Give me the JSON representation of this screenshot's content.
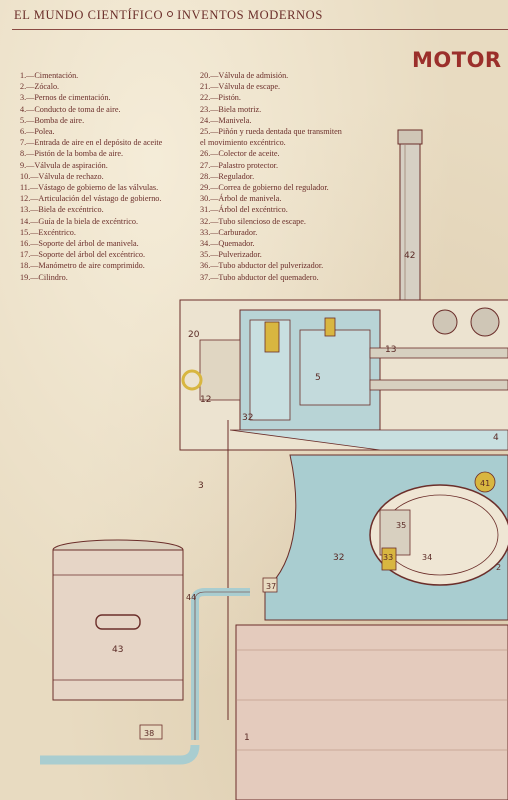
{
  "header": {
    "publication": "EL MUNDO CIENTÍFICO",
    "section": "INVENTOS MODERNOS"
  },
  "title": "MOTOR",
  "legend_left": [
    "1.—Cimentación.",
    "2.—Zócalo.",
    "3.—Pernos de cimentación.",
    "4.—Conducto de toma de aire.",
    "5.—Bomba de aire.",
    "6.—Polea.",
    "7.—Entrada de aire en el depósito de aceite",
    "8.—Pistón de la bomba de aire.",
    "9.—Válvula de aspiración.",
    "10.—Válvula de rechazo.",
    "11.—Vástago de gobierno de las válvulas.",
    "12.—Articulación del vástago de gobierno.",
    "13.—Biela de excéntrico.",
    "14.—Guía de la biela de excéntrico.",
    "15.—Excéntrico.",
    "16.—Soporte del árbol de manivela.",
    "17.—Soporte del árbol del excéntrico.",
    "18.—Manómetro de aire comprimido.",
    "19.—Cilindro."
  ],
  "legend_right": [
    "20.—Válvula de admisión.",
    "21.—Válvula de escape.",
    "22.—Pistón.",
    "23.—Biela motriz.",
    "24.—Manivela.",
    "25.—Piñón y rueda dentada que transmiten",
    "el movimiento excéntrico.",
    "26.—Colector de aceite.",
    "27.—Palastro protector.",
    "28.—Regulador.",
    "29.—Correa de gobierno del regulador.",
    "30.—Árbol de manivela.",
    "31.—Árbol del excéntrico.",
    "32.—Tubo silencioso de escape.",
    "33.—Carburador.",
    "34.—Quemador.",
    "35.—Pulverizador.",
    "36.—Tubo abductor del pulverizador.",
    "37.—Tubo abductor del quemadero."
  ],
  "callouts": [
    "42",
    "20",
    "12",
    "13",
    "5",
    "32",
    "4",
    "41",
    "35",
    "33",
    "34",
    "32",
    "2",
    "37",
    "3",
    "44",
    "43",
    "38",
    "1"
  ],
  "colors": {
    "paper": "#e8dbc1",
    "ink": "#6b2e2a",
    "title_red": "#9b2f2b",
    "steel_blue": "#a9cdd0",
    "brass": "#d8b640"
  }
}
